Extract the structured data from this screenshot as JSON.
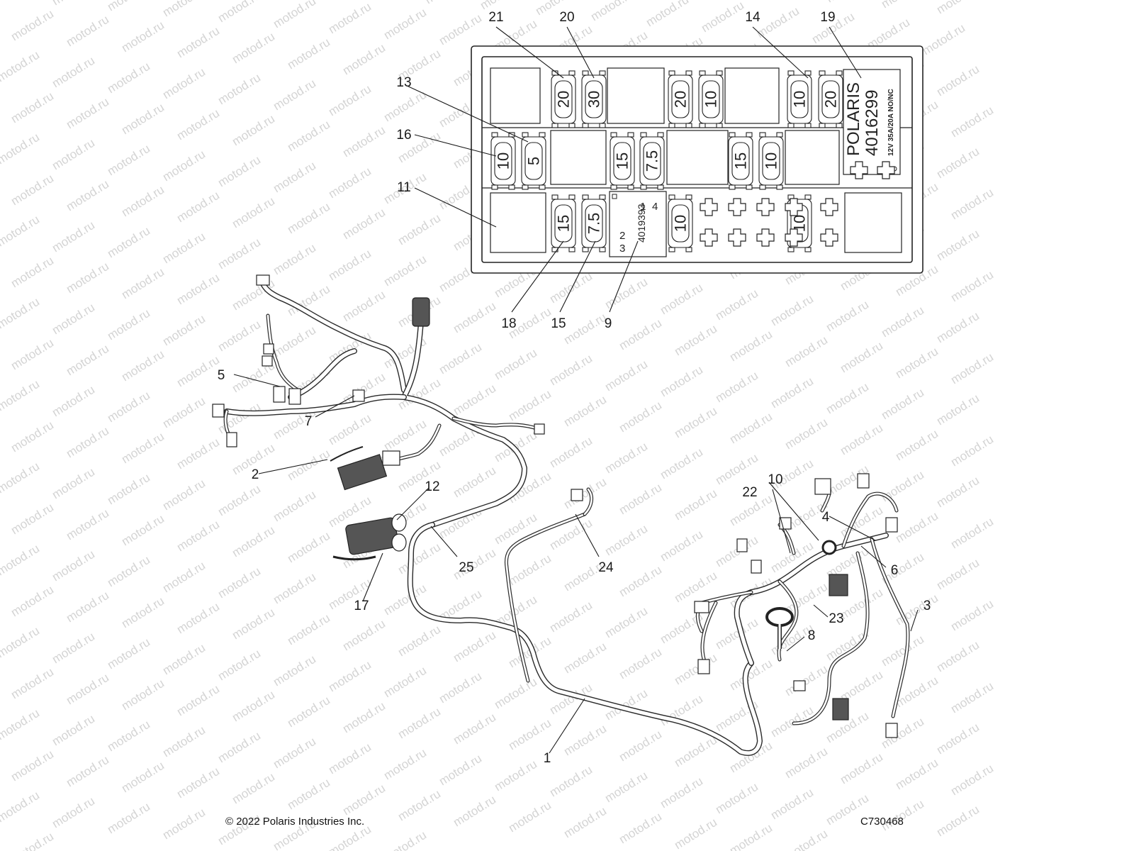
{
  "watermark": "motod.ru",
  "fuse_box": {
    "label_brand": "POLARIS",
    "label_part": "4016299",
    "label_rating": "12V 35A/20A NO/NC",
    "relay_label": [
      "1",
      "4",
      "2",
      "4019393",
      "3"
    ],
    "fuses": [
      "20",
      "30",
      "20",
      "10",
      "10",
      "20",
      "10",
      "5",
      "15",
      "7.5",
      "15",
      "10",
      "15",
      "7.5",
      "10",
      "10"
    ]
  },
  "callouts": {
    "c1": "1",
    "c2": "2",
    "c3": "3",
    "c4": "4",
    "c5": "5",
    "c6": "6",
    "c7": "7",
    "c8": "8",
    "c9": "9",
    "c10": "10",
    "c11": "11",
    "c12": "12",
    "c13": "13",
    "c14": "14",
    "c15": "15",
    "c16": "16",
    "c17": "17",
    "c18": "18",
    "c19": "19",
    "c20": "20",
    "c21": "21",
    "c22": "22",
    "c23": "23",
    "c24": "24",
    "c25": "25"
  },
  "footer": {
    "copyright": "© 2022 Polaris Industries Inc.",
    "code": "C730468"
  }
}
